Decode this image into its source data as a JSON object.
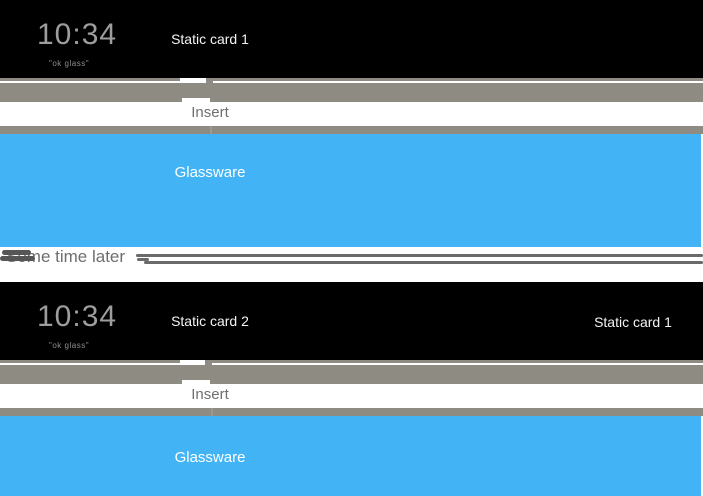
{
  "palette": {
    "card_black": "#000000",
    "timeline_gray": "#8e8b82",
    "glassware_blue": "#42b4f6",
    "separator_line_gray": "#6a6a6a",
    "clock_gray": "#9d9d9d",
    "hint_gray": "#8f8f8f",
    "insert_text_gray": "#6f6f6f",
    "card_text_white": "#f4f4f4"
  },
  "sections": [
    {
      "home_card": {
        "clock": "10:34",
        "hint": "\"ok glass\"",
        "label": "Static card 1"
      },
      "insert_label": "Insert",
      "glassware_label": "Glassware"
    },
    {
      "home_card": {
        "clock": "10:34",
        "hint": "\"ok glass\"",
        "label": "Static card 2",
        "label_right": "Static card 1"
      },
      "insert_label": "Insert",
      "glassware_label": "Glassware"
    }
  ],
  "separator": {
    "label": "Some time later"
  }
}
